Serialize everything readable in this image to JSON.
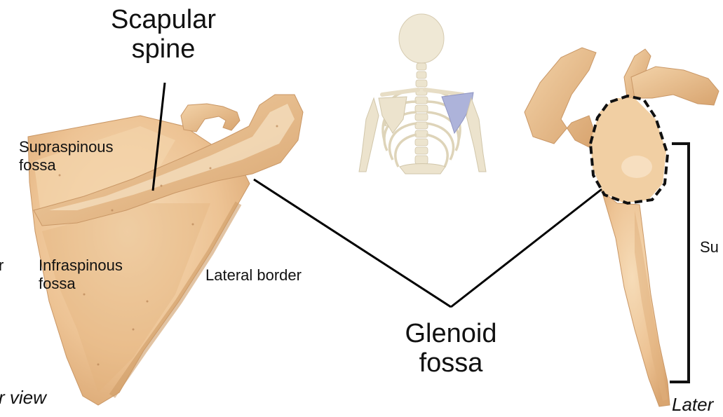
{
  "labels": {
    "scapular_spine": "Scapular\nspine",
    "supraspinous_fossa": "Supraspinous\nfossa",
    "infraspinous_fossa": "Infraspinous\nfossa",
    "lateral_border": "Lateral border",
    "glenoid_fossa": "Glenoid\nfossa",
    "left_edge_fragment": "r",
    "left_view_fragment": "r view",
    "right_edge_fragment": "Su",
    "right_view_fragment": "Later"
  },
  "colors": {
    "bone": "#eec79a",
    "bone_shadow": "#d9a873",
    "highlight_scapula": "#a9afd9",
    "line": "#000000"
  }
}
